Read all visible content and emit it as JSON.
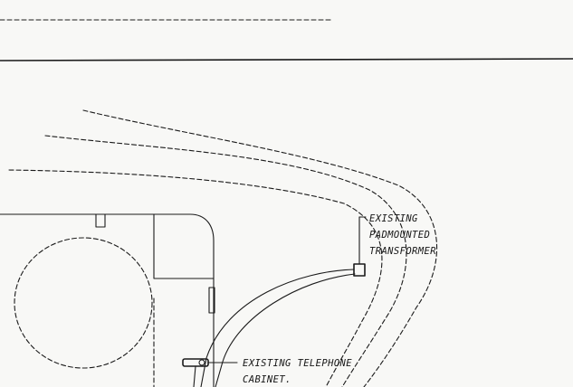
{
  "labels": {
    "transformer_line1": "EXISTING",
    "transformer_line2": "PADMOUNTED",
    "transformer_line3": "TRANSFORMER",
    "telephone_line1": "EXISTING TELEPHONE",
    "telephone_line2": "CABINET."
  },
  "colors": {
    "ink": "#1b1b1b",
    "paper": "#f8f8f6"
  }
}
